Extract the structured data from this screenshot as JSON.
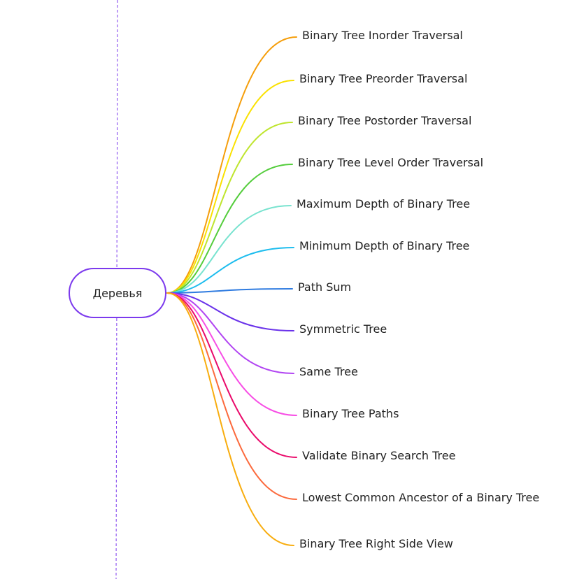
{
  "root": {
    "label": "Деревья",
    "color": "#7c3aed"
  },
  "branches": [
    {
      "label": "Binary Tree Inorder Traversal",
      "color": "#f59e0b"
    },
    {
      "label": "Binary Tree Preorder Traversal",
      "color": "#fae100"
    },
    {
      "label": "Binary Tree Postorder Traversal",
      "color": "#bfe52e"
    },
    {
      "label": "Binary Tree Level Order Traversal",
      "color": "#54cd3c"
    },
    {
      "label": "Maximum Depth of Binary Tree",
      "color": "#78e3cf"
    },
    {
      "label": "Minimum Depth of Binary Tree",
      "color": "#1ebdee"
    },
    {
      "label": "Path Sum",
      "color": "#2f7be0"
    },
    {
      "label": "Symmetric Tree",
      "color": "#6a32ea"
    },
    {
      "label": "Same Tree",
      "color": "#b144f2"
    },
    {
      "label": "Binary Tree Paths",
      "color": "#f74ee5"
    },
    {
      "label": "Validate Binary Search Tree",
      "color": "#ea0a6b"
    },
    {
      "label": "Lowest Common Ancestor of a Binary Tree",
      "color": "#fc6a3d"
    },
    {
      "label": "Binary Tree Right Side View",
      "color": "#f8ad0f"
    }
  ]
}
